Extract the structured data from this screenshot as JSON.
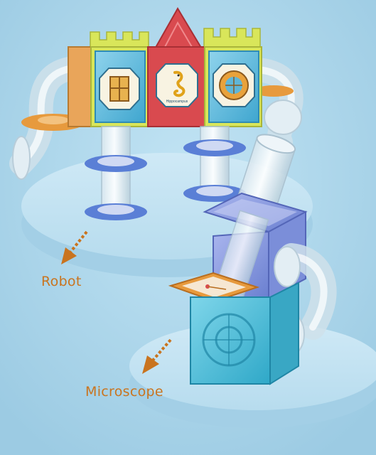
{
  "labels": {
    "robot": "Robot",
    "microscope": "Microscope"
  },
  "panel_text": {
    "seahorse": "Hippocampus"
  },
  "colors": {
    "background": "#a9d3e9",
    "platform": "#c4e3f3",
    "arrow": "#c9741f",
    "yellow": "#d9e65a",
    "red": "#d94a4f",
    "blue": "#5fb6d8",
    "orange": "#e79a3d",
    "purple": "#7d8ed6",
    "cyan": "#46bcd6"
  },
  "icons": [
    "arrow-down-left-icon",
    "seahorse-icon"
  ]
}
